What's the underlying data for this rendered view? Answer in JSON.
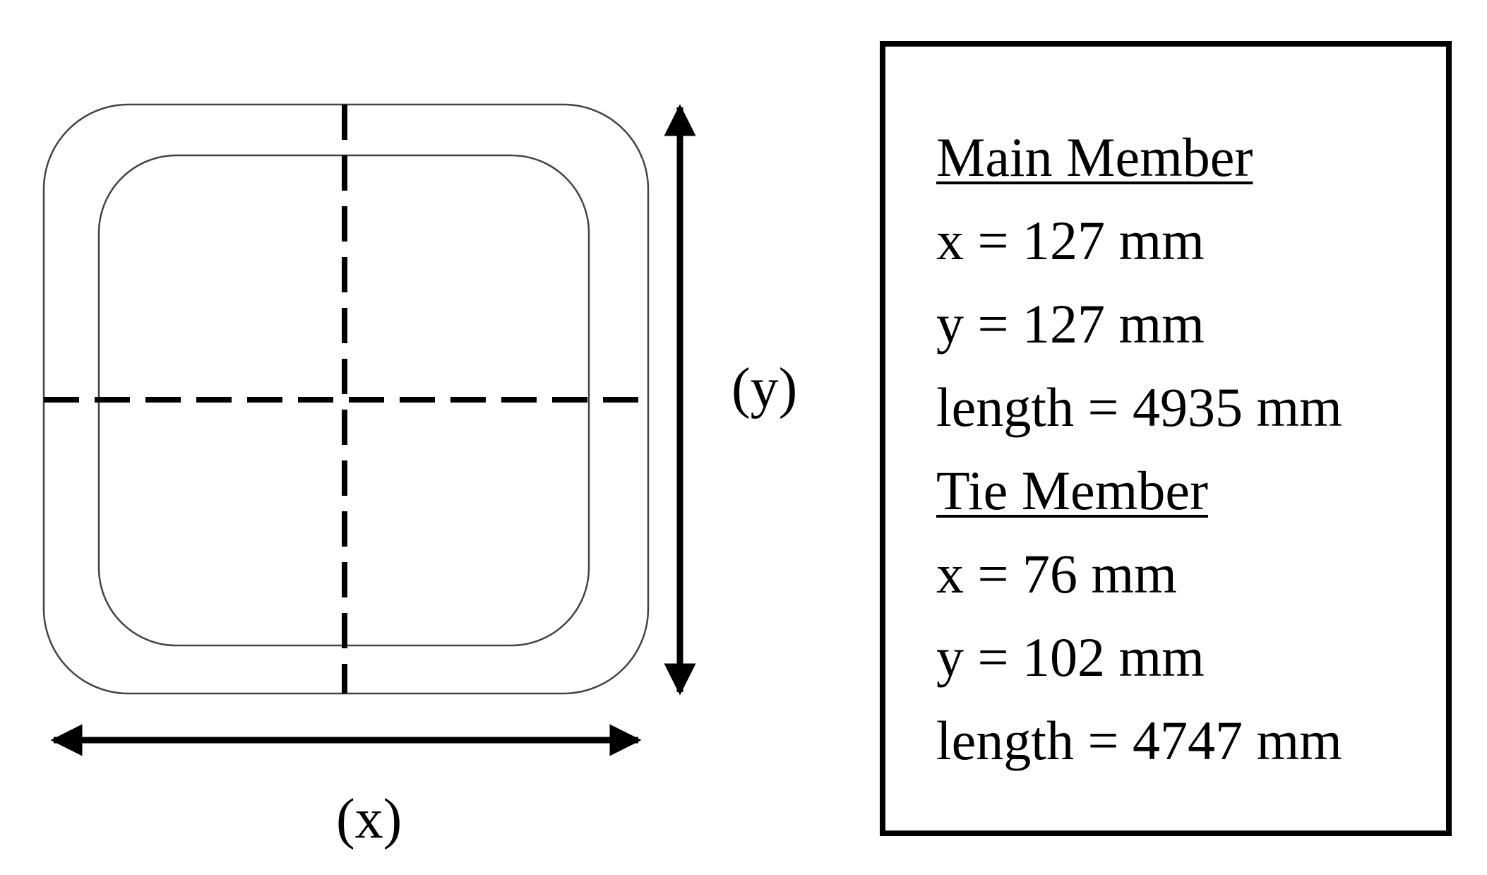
{
  "diagram": {
    "dimension_labels": {
      "x": "(x)",
      "y": "(y)"
    },
    "members": [
      {
        "heading": "Main Member",
        "x": "x = 127 mm",
        "y": "y = 127 mm",
        "length": "length = 4935 mm"
      },
      {
        "heading": "Tie Member",
        "x": "x = 76 mm",
        "y": "y = 102 mm",
        "length": "length = 4747 mm"
      }
    ],
    "colors": {
      "stroke": "#000000",
      "outline": "#444444",
      "background": "#ffffff"
    }
  }
}
